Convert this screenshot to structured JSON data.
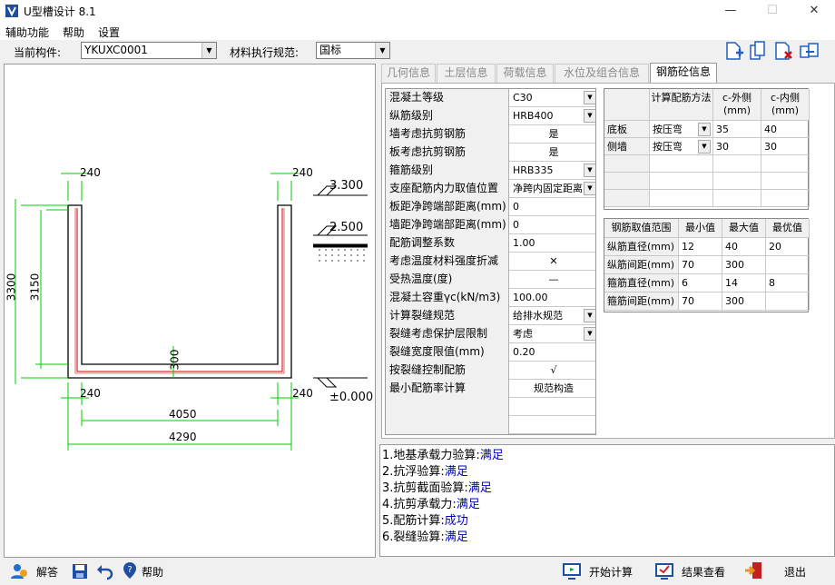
{
  "window": {
    "title": "U型槽设计 8.1",
    "min_glyph": "—",
    "max_glyph": "☐",
    "close_glyph": "✕"
  },
  "menu": [
    "辅助功能",
    "帮助",
    "设置"
  ],
  "toolbar": {
    "component_label": "当前构件:",
    "component_value": "YKUXC0001",
    "code_label": "材料执行规范:",
    "code_value": "国标"
  },
  "drawing": {
    "top_left_width": "240",
    "top_right_width": "240",
    "bottom_left_width": "240",
    "bottom_right_width": "240",
    "total_height": "3300",
    "inner_height": "3150",
    "bottom_thickness": "300",
    "inner_width": "4050",
    "total_width": "4290",
    "elev_top": "3.300",
    "elev_water": "2.500",
    "elev_base": "±0.000"
  },
  "tabs": [
    "几何信息",
    "土层信息",
    "荷载信息",
    "水位及组合信息",
    "钢筋砼信息"
  ],
  "params": [
    {
      "name": "混凝土等级",
      "value": "C30",
      "dropdown": true
    },
    {
      "name": "纵筋级别",
      "value": "HRB400",
      "dropdown": true
    },
    {
      "name": "墙考虑抗剪钢筋",
      "value": "是",
      "center": true
    },
    {
      "name": "板考虑抗剪钢筋",
      "value": "是",
      "center": true
    },
    {
      "name": "箍筋级别",
      "value": "HRB335",
      "dropdown": true
    },
    {
      "name": "支座配筋内力取值位置",
      "value": "净跨内固定距离",
      "dropdown": true
    },
    {
      "name": "板距净跨端部距离(mm)",
      "value": "0"
    },
    {
      "name": "墙距净跨端部距离(mm)",
      "value": "0"
    },
    {
      "name": "配筋调整系数",
      "value": "1.00"
    },
    {
      "name": "考虑温度材料强度折减",
      "value": "✕",
      "center": true
    },
    {
      "name": "受热温度(度)",
      "value": "—",
      "center": true
    },
    {
      "name": "混凝土容重γc(kN/m3)",
      "value": "100.00"
    },
    {
      "name": "计算裂缝规范",
      "value": "给排水规范",
      "dropdown": true
    },
    {
      "name": "裂缝考虑保护层限制",
      "value": "考虑",
      "dropdown": true
    },
    {
      "name": "裂缝宽度限值(mm)",
      "value": "0.20"
    },
    {
      "name": "按裂缝控制配筋",
      "value": "√",
      "center": true
    },
    {
      "name": "最小配筋率计算",
      "value": "规范构造",
      "center": true
    },
    {
      "name": "",
      "value": ""
    },
    {
      "name": "",
      "value": ""
    }
  ],
  "reinf": {
    "headers": [
      "",
      "计算配筋方法",
      "c-外侧(mm)",
      "c-内侧(mm)"
    ],
    "rows": [
      [
        "底板",
        "按压弯",
        "35",
        "40"
      ],
      [
        "侧墙",
        "按压弯",
        "30",
        "30"
      ],
      [
        "",
        "",
        "",
        ""
      ],
      [
        "",
        "",
        "",
        ""
      ],
      [
        "",
        "",
        "",
        ""
      ]
    ]
  },
  "range": {
    "headers": [
      "钢筋取值范围",
      "最小值",
      "最大值",
      "最优值"
    ],
    "rows": [
      [
        "纵筋直径(mm)",
        "12",
        "40",
        "20"
      ],
      [
        "纵筋间距(mm)",
        "70",
        "300",
        ""
      ],
      [
        "箍筋直径(mm)",
        "6",
        "14",
        "8"
      ],
      [
        "箍筋间距(mm)",
        "70",
        "300",
        ""
      ]
    ]
  },
  "results": [
    {
      "label": "1.地基承载力验算:",
      "status": "满足"
    },
    {
      "label": "2.抗浮验算:",
      "status": "满足"
    },
    {
      "label": "3.抗剪截面验算:",
      "status": "满足"
    },
    {
      "label": "4.抗剪承载力:",
      "status": "满足"
    },
    {
      "label": "5.配筋计算:",
      "status": "成功"
    },
    {
      "label": "6.裂缝验算:",
      "status": "满足"
    }
  ],
  "bottom": {
    "answer": "解答",
    "help": "帮助",
    "start": "开始计算",
    "view": "结果查看",
    "exit": "退出"
  }
}
